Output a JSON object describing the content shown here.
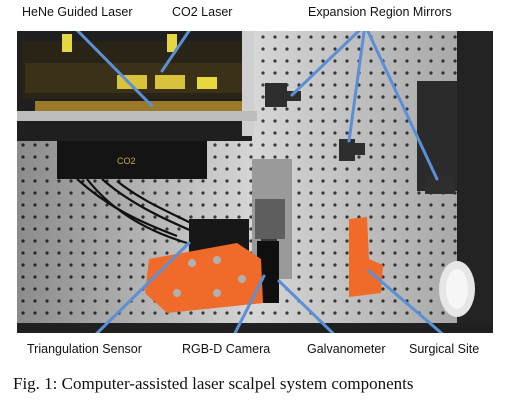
{
  "labels": {
    "hene": "HeNe Guided Laser",
    "co2": "CO2 Laser",
    "expansion": "Expansion Region Mirrors",
    "triangulation": "Triangulation Sensor",
    "rgbd": "RGB-D Camera",
    "galvanometer": "Galvanometer",
    "surgical_site": "Surgical Site"
  },
  "caption": "Fig. 1: Computer-assisted laser scalpel system components",
  "colors": {
    "callout_line": "#5b8fd6",
    "breadboard": "#d9d9d9",
    "orange_part": "#f06a2a"
  }
}
